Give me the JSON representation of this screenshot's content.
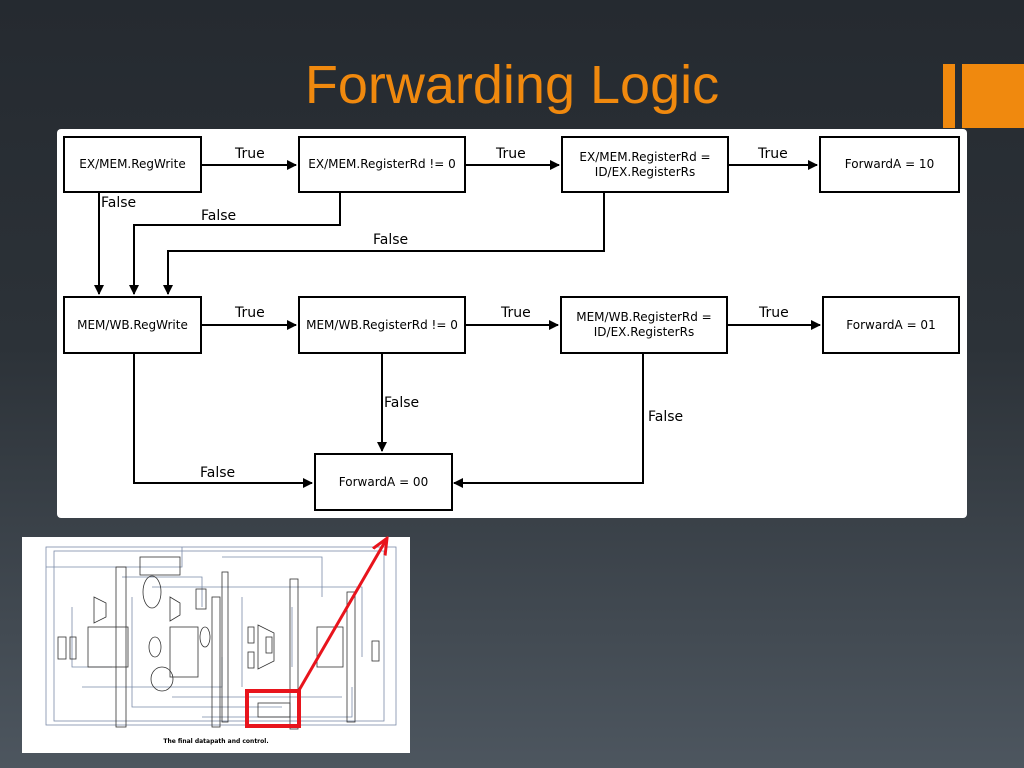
{
  "slide": {
    "title": "Forwarding Logic"
  },
  "flowchart": {
    "nodes": {
      "ex_mem_regwrite": "EX/MEM.RegWrite",
      "ex_mem_rd_nonzero": "EX/MEM.RegisterRd != 0",
      "ex_mem_rd_eq_rs": "EX/MEM.RegisterRd =\nID/EX.RegisterRs",
      "forward_a_10": "ForwardA = 10",
      "mem_wb_regwrite": "MEM/WB.RegWrite",
      "mem_wb_rd_nonzero": "MEM/WB.RegisterRd != 0",
      "mem_wb_rd_eq_rs": "MEM/WB.RegisterRd =\nID/EX.RegisterRs",
      "forward_a_01": "ForwardA = 01",
      "forward_a_00": "ForwardA = 00"
    },
    "edge_labels": {
      "true": "True",
      "false": "False"
    }
  },
  "thumbnail": {
    "caption": "The final datapath and control.",
    "highlight_color": "#e8141c"
  },
  "colors": {
    "accent": "#f0890e"
  }
}
